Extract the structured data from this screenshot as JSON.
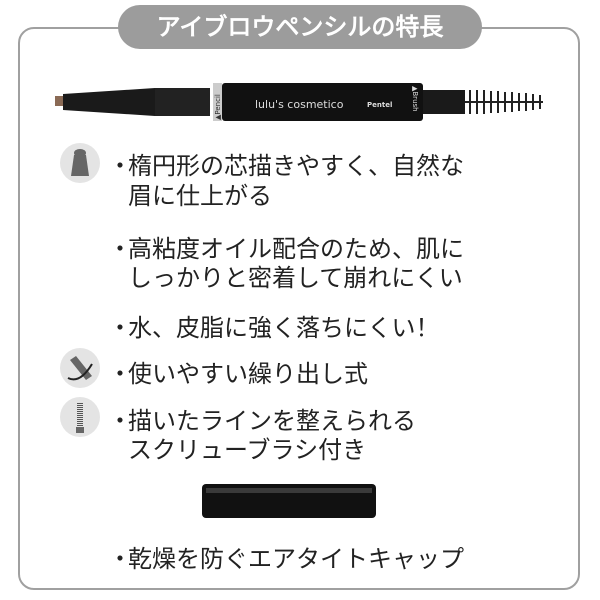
{
  "title": "アイブロウペンシルの特長",
  "pencil": {
    "brand_label": "lulu's cosmetico",
    "maker_label": "Pentel",
    "pencil_label": "▲Pencil",
    "brush_label": "▲Brush"
  },
  "features": [
    {
      "bullet": "・",
      "lines": [
        "楕円形の芯描きやすく、自然な",
        "眉に仕上がる"
      ],
      "icon": "pencil-tip-icon"
    },
    {
      "bullet": "・",
      "lines": [
        "高粘度オイル配合のため、肌に",
        "しっかりと密着して崩れにくい"
      ]
    },
    {
      "bullet": "・",
      "lines": [
        "水、皮脂に強く落ちにくい！"
      ]
    },
    {
      "bullet": "・",
      "lines": [
        "使いやすい繰り出し式"
      ],
      "icon": "twist-up-icon"
    },
    {
      "bullet": "・",
      "lines": [
        "描いたラインを整えられる",
        "スクリューブラシ付き"
      ],
      "icon": "screw-brush-icon"
    },
    {
      "bullet": "・",
      "lines": [
        "乾燥を防ぐエアタイトキャップ"
      ]
    }
  ]
}
